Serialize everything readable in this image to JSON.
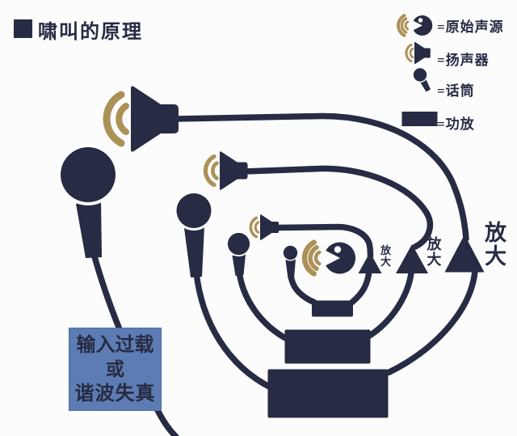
{
  "title": "啸叫的原理",
  "legend": [
    {
      "icon": "sound-source-icon",
      "label": "=原始声源"
    },
    {
      "icon": "loudspeaker-icon",
      "label": "=扬声器"
    },
    {
      "icon": "microphone-icon",
      "label": "=话筒"
    },
    {
      "icon": "power-amplifier-icon",
      "label": "=功放"
    }
  ],
  "diagram": {
    "amplify_labels": [
      {
        "text": "放大",
        "size": "small"
      },
      {
        "text": "放大",
        "size": "medium"
      },
      {
        "text": "放大",
        "size": "large"
      }
    ],
    "overload_box": {
      "line1": "输入过载",
      "line2": "或",
      "line3": "谐波失真"
    }
  },
  "colors": {
    "ink": "#272b43",
    "gold": "#ac9157",
    "overload_box_blue": "#5d7cb4",
    "background": "#fcfcfc"
  }
}
